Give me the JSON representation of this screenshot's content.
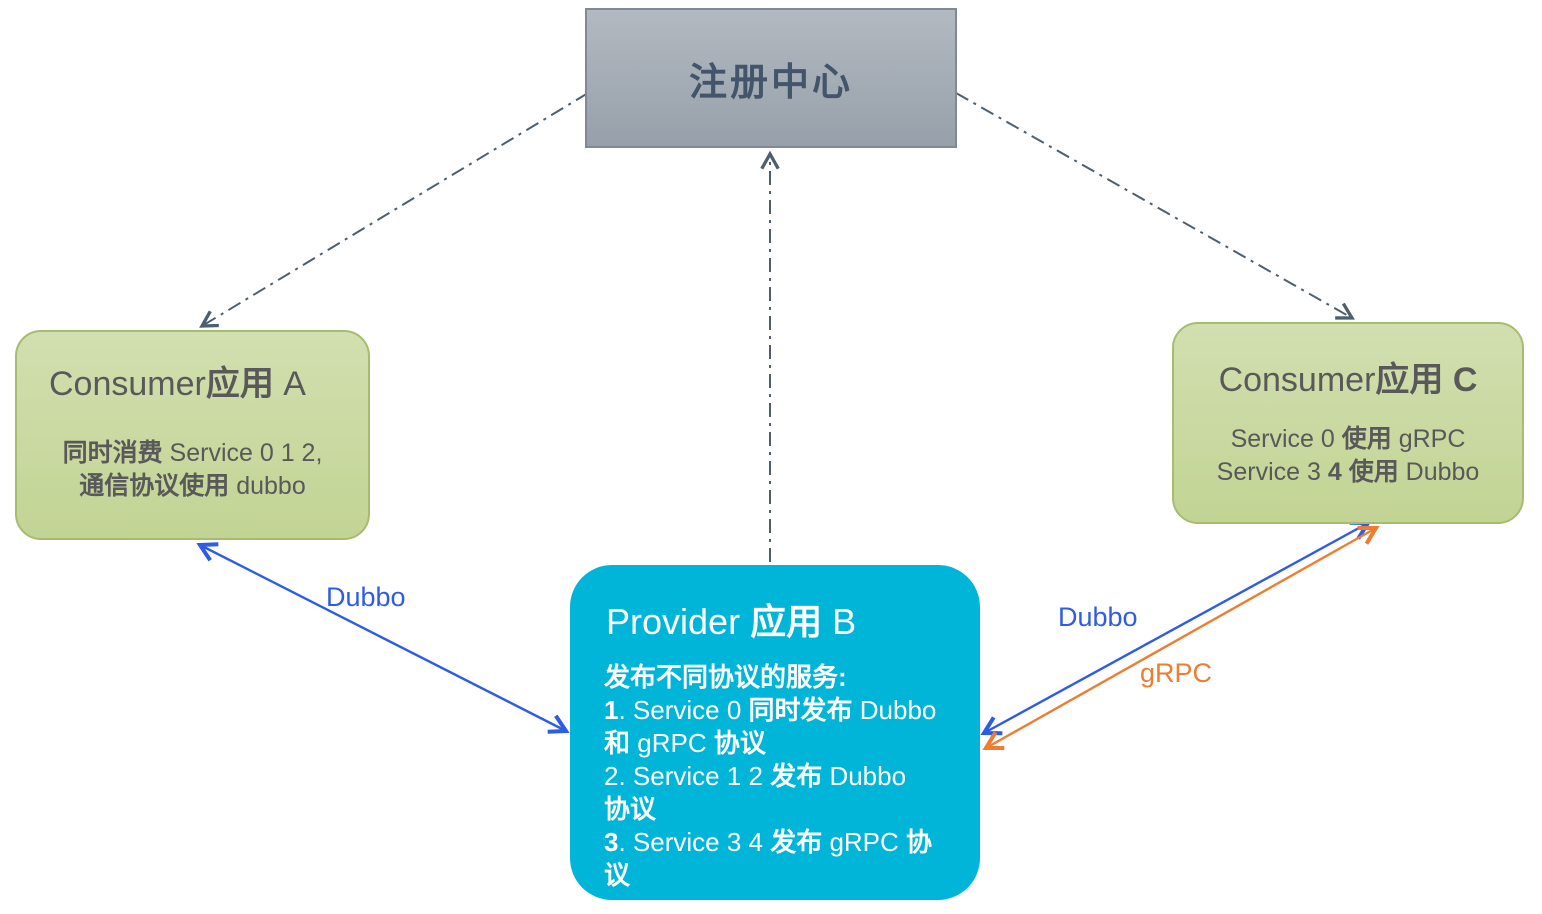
{
  "colors": {
    "connector": "#4d5f6e",
    "blue": "#2e5ce6",
    "orange": "#ed7d31",
    "registry_fill": "#9fa8b2",
    "green_fill": "#c8d7a0",
    "cyan_fill": "#00b5d8"
  },
  "registry": {
    "title": "注册中心"
  },
  "consumer_a": {
    "title": [
      {
        "text": "Consumer",
        "bold": false
      },
      {
        "text": "应用",
        "bold": true
      },
      {
        "text": " A",
        "bold": false
      }
    ],
    "lines": [
      [
        {
          "text": "同时消费 ",
          "bold": true
        },
        {
          "text": "Service 0 1 2,",
          "bold": false
        }
      ],
      [
        {
          "text": "通信协议使用 ",
          "bold": true
        },
        {
          "text": "dubbo",
          "bold": false
        }
      ]
    ]
  },
  "consumer_c": {
    "title": [
      {
        "text": "Consumer",
        "bold": false
      },
      {
        "text": "应用 ",
        "bold": true
      },
      {
        "text": "C",
        "bold": true
      }
    ],
    "lines": [
      [
        {
          "text": "Service 0 ",
          "bold": false
        },
        {
          "text": "使用 ",
          "bold": true
        },
        {
          "text": "gRPC",
          "bold": false
        }
      ],
      [
        {
          "text": "Service 3 ",
          "bold": false
        },
        {
          "text": "4 使用 ",
          "bold": true
        },
        {
          "text": "Dubbo",
          "bold": false
        }
      ]
    ]
  },
  "provider_b": {
    "title": [
      {
        "text": "Provider ",
        "bold": false
      },
      {
        "text": "应用",
        "bold": true
      },
      {
        "text": " B",
        "bold": false
      }
    ],
    "lines": [
      [
        {
          "text": "发布不同协议的服务:",
          "bold": true
        }
      ],
      [
        {
          "text": "1",
          "bold": true
        },
        {
          "text": ". Service 0 ",
          "bold": false
        },
        {
          "text": "同时发布 ",
          "bold": true
        },
        {
          "text": "Dubbo",
          "bold": false
        }
      ],
      [
        {
          "text": "和 ",
          "bold": true
        },
        {
          "text": "gRPC ",
          "bold": false
        },
        {
          "text": "协议",
          "bold": true
        }
      ],
      [
        {
          "text": "2. Service 1 2 ",
          "bold": false
        },
        {
          "text": "发布 ",
          "bold": true
        },
        {
          "text": "Dubbo",
          "bold": false
        }
      ],
      [
        {
          "text": "协议",
          "bold": true
        }
      ],
      [
        {
          "text": "3",
          "bold": true
        },
        {
          "text": ". Service 3 4 ",
          "bold": false
        },
        {
          "text": "发布 ",
          "bold": true
        },
        {
          "text": "gRPC ",
          "bold": false
        },
        {
          "text": "协",
          "bold": true
        }
      ],
      [
        {
          "text": "议",
          "bold": true
        }
      ]
    ]
  },
  "edge_labels": {
    "dubbo_left": "Dubbo",
    "dubbo_right": "Dubbo",
    "grpc": "gRPC"
  }
}
